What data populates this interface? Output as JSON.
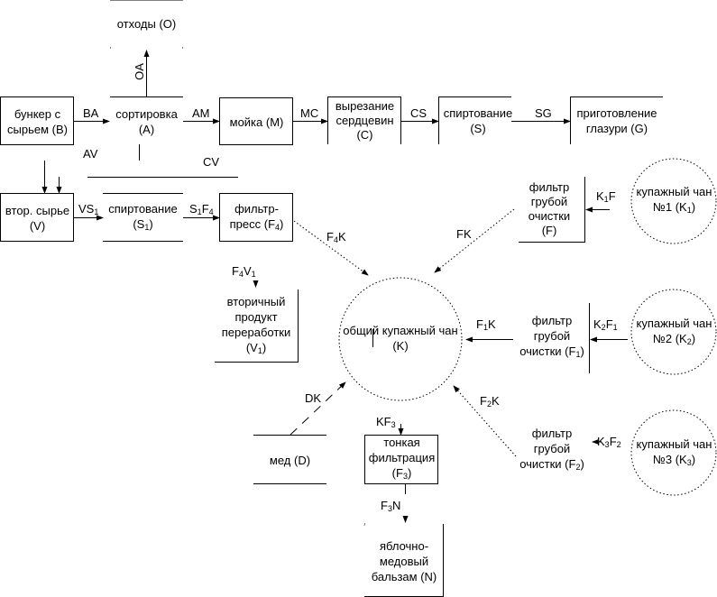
{
  "title": "",
  "nodes": {
    "O": {
      "label": "отходы (O)"
    },
    "B": {
      "label_line1": "бункер с",
      "label_line2": "сырьем (B)"
    },
    "A": {
      "label_line1": "сортировка",
      "label_line2": "(A)"
    },
    "M": {
      "label": "мойка (M)"
    },
    "C": {
      "label_line1": "вырезание",
      "label_line2": "сердцевин",
      "label_line3": "(C)"
    },
    "S": {
      "label_line1": "спиртование",
      "label_line2": "(S)"
    },
    "G": {
      "label_line1": "приготовление",
      "label_line2": "глазури (G)"
    },
    "V": {
      "label_line1": "втор. сырье",
      "label_line2": "(V)"
    },
    "S1": {
      "label_line1": "спиртование",
      "label_line2": "(S",
      "sub": "1",
      "tail": ")"
    },
    "F4": {
      "label_line1": "фильтр-",
      "label_line2": "пресс (F",
      "sub": "4",
      "tail": ")"
    },
    "F": {
      "label_line1": "фильтр",
      "label_line2": "грубой",
      "label_line3": "очистки",
      "label_line4": "(F)"
    },
    "K1": {
      "label_line1": "купажный чан",
      "label_line2": "№1 (K",
      "sub": "1",
      "tail": ")"
    },
    "V1": {
      "label_line1": "вторичный",
      "label_line2": "продукт",
      "label_line3": "переработки",
      "label_line4": "(V",
      "sub": "1",
      "tail": ")"
    },
    "K": {
      "label_line1": "общий купажный чан",
      "label_line2": "(K)"
    },
    "F1": {
      "label_line1": "фильтр",
      "label_line2": "грубой",
      "label_line3": "очистки (F",
      "sub": "1",
      "tail": ")"
    },
    "K2": {
      "label_line1": "купажный чан",
      "label_line2": "№2 (K",
      "sub": "2",
      "tail": ")"
    },
    "D": {
      "label": "мед (D)"
    },
    "F3": {
      "label_line1": "тонкая",
      "label_line2": "фильтрация",
      "label_line3": "(F",
      "sub": "3",
      "tail": ")"
    },
    "F2": {
      "label_line1": "фильтр",
      "label_line2": "грубой",
      "label_line3": "очистки (F",
      "sub": "2",
      "tail": ")"
    },
    "K3": {
      "label_line1": "купажный чан",
      "label_line2": "№3 (K",
      "sub": "3",
      "tail": ")"
    },
    "N": {
      "label_line1": "яблочно-",
      "label_line2": "медовый",
      "label_line3": "бальзам (N)"
    }
  },
  "edges": {
    "OA": "OA",
    "BA": "BA",
    "AM": "AM",
    "MC": "MC",
    "CS": "CS",
    "SG": "SG",
    "AV": "AV",
    "CV": "CV",
    "VS1": {
      "main": "VS",
      "sub": "1"
    },
    "S1F4": {
      "a": "S",
      "a_sub": "1",
      "b": "F",
      "b_sub": "4"
    },
    "F4K": {
      "a": "F",
      "a_sub": "4",
      "b": "K"
    },
    "FK": "FK",
    "K1F": {
      "a": "K",
      "a_sub": "1",
      "b": "F"
    },
    "F4V1": {
      "a": "F",
      "a_sub": "4",
      "b": "V",
      "b_sub": "1"
    },
    "F1K": {
      "a": "F",
      "a_sub": "1",
      "b": "K"
    },
    "K2F1": {
      "a": "K",
      "a_sub": "2",
      "b": "F",
      "b_sub": "1"
    },
    "DK": "DK",
    "F2K": {
      "a": "F",
      "a_sub": "2",
      "b": "K"
    },
    "KF3": {
      "a": "KF",
      "a_sub": "3"
    },
    "K3F2": {
      "a": "K",
      "a_sub": "3",
      "b": "F",
      "b_sub": "2"
    },
    "F3N": {
      "a": "F",
      "a_sub": "3",
      "b": "N"
    }
  }
}
